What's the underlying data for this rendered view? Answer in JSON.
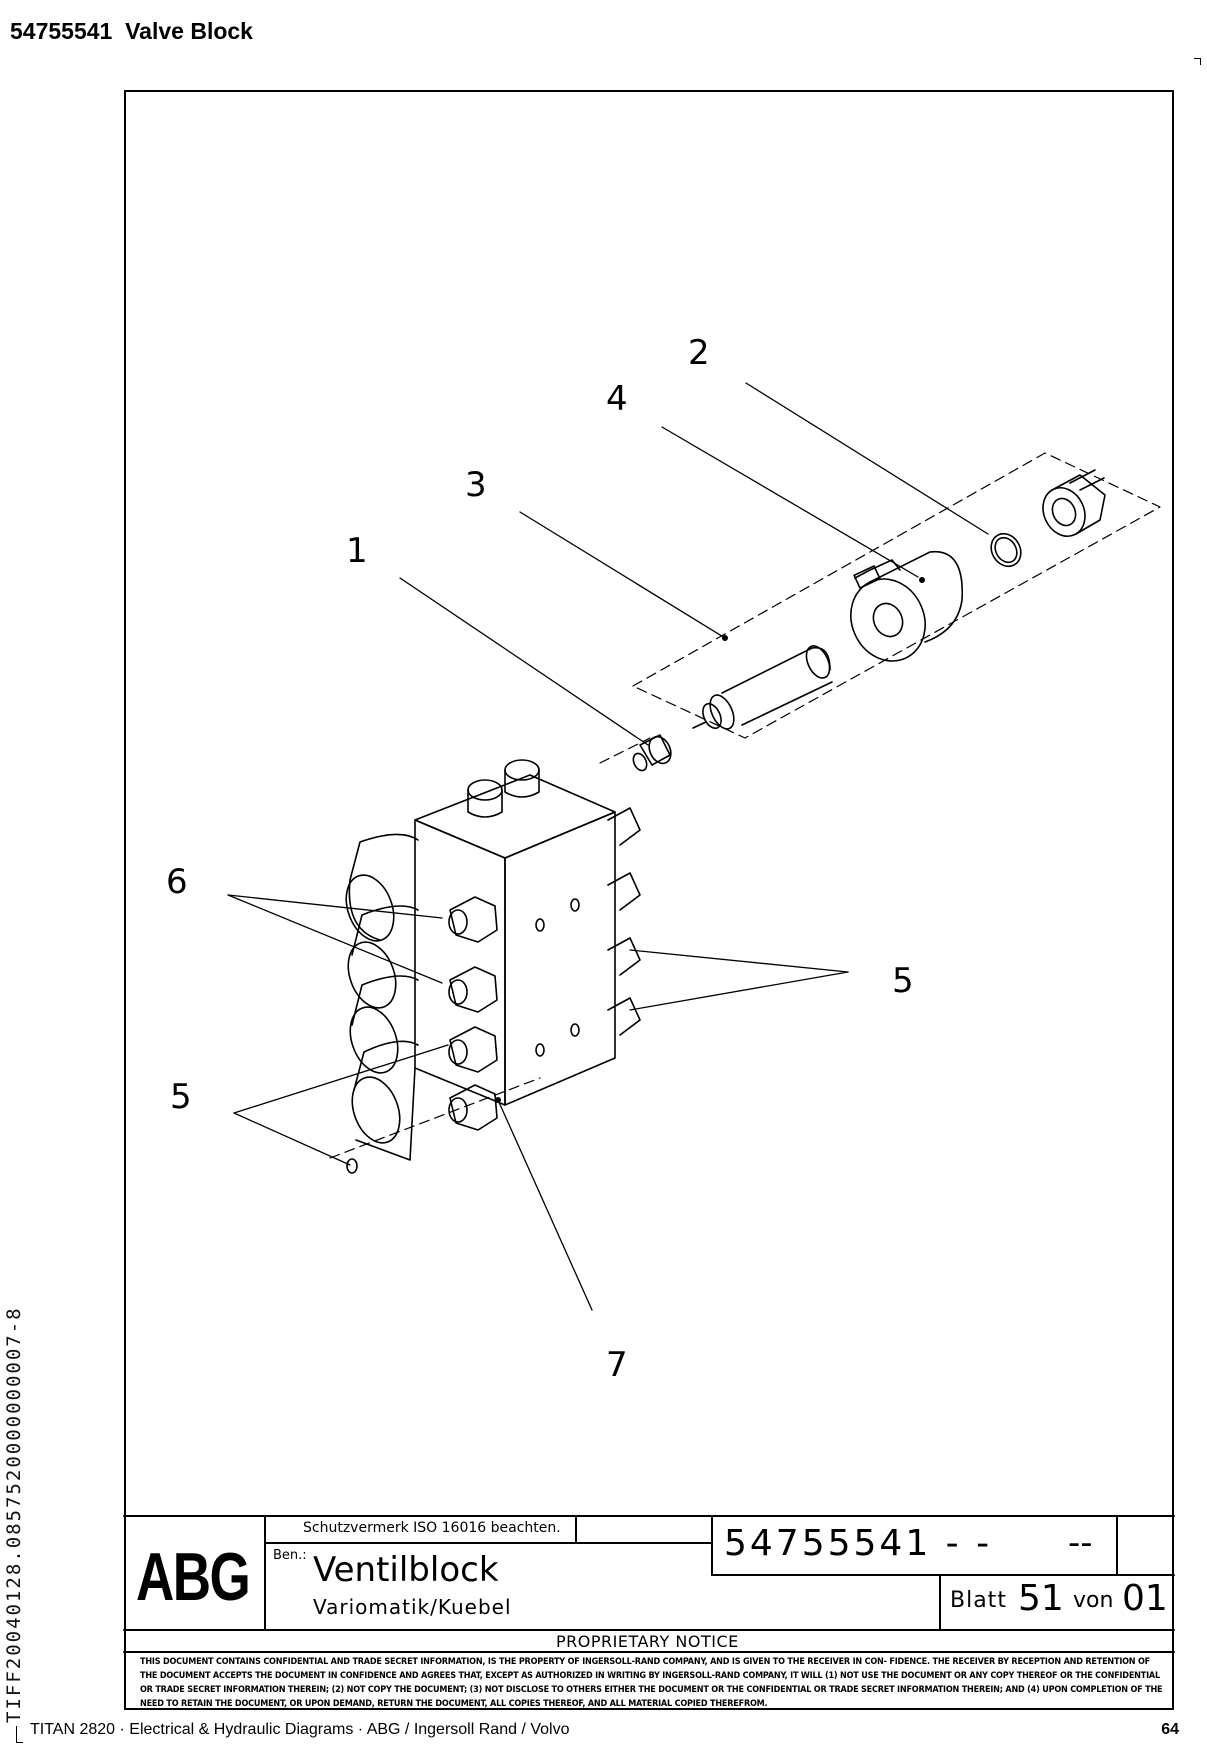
{
  "page": {
    "title": "54755541  Valve Block",
    "side_code": "TIFF20040128.0857520000000007-8"
  },
  "callouts": [
    "1",
    "2",
    "3",
    "4",
    "5",
    "5",
    "6",
    "7"
  ],
  "title_block": {
    "logo": "ABG",
    "protection_note": "Schutzvermerk ISO 16016 beachten.",
    "ben_label": "Ben.:",
    "name": "Ventilblock",
    "subname": "Variomatik/Kuebel",
    "part_number": "54755541 - -",
    "revision": "--",
    "blatt_label": "Blatt",
    "blatt_number": "51",
    "von_label": "von",
    "von_number": "01",
    "notice_heading": "PROPRIETARY NOTICE",
    "notice_text": "THIS DOCUMENT CONTAINS CONFIDENTIAL AND TRADE SECRET INFORMATION, IS THE PROPERTY OF INGERSOLL-RAND COMPANY, AND IS GIVEN TO THE RECEIVER IN CON- FIDENCE. THE RECEIVER BY RECEPTION AND RETENTION OF THE DOCUMENT ACCEPTS THE DOCUMENT IN CONFIDENCE AND AGREES THAT, EXCEPT AS AUTHORIZED IN WRITING BY INGERSOLL-RAND COMPANY, IT WILL (1) NOT USE THE DOCUMENT OR ANY COPY THEREOF OR THE CONFIDENTIAL OR TRADE SECRET INFORMATION THEREIN; (2) NOT COPY THE DOCUMENT; (3) NOT DISCLOSE TO OTHERS EITHER THE DOCUMENT OR THE CONFIDENTIAL OR TRADE SECRET INFORMATION THEREIN; AND (4) UPON COMPLETION OF THE NEED TO RETAIN THE DOCUMENT, OR UPON DEMAND, RETURN THE DOCUMENT, ALL COPIES THEREOF, AND ALL MATERIAL COPIED THEREFROM."
  },
  "footer": {
    "text": "TITAN 2820  ·  Electrical & Hydraulic Diagrams  ·  ABG / Ingersoll Rand / Volvo",
    "page_number": "64"
  }
}
